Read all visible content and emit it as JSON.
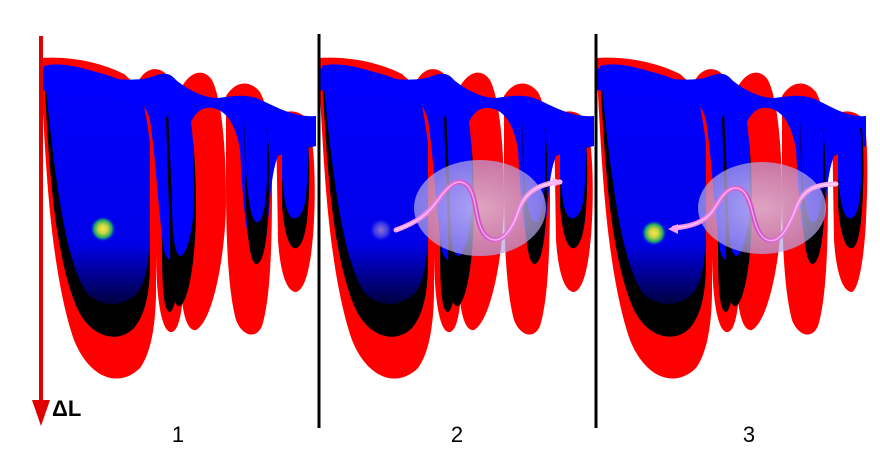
{
  "axis": {
    "label": "ΔL",
    "arrow_color": "#e00000"
  },
  "panels": [
    {
      "label": "1",
      "state": "electron-localized"
    },
    {
      "label": "2",
      "state": "photon-in-electron-faded"
    },
    {
      "label": "3",
      "state": "photon-emitted-electron-restored"
    }
  ],
  "colors": {
    "outer_band": "#ff0000",
    "middle_band": "#000000",
    "well_fill": "#0000ff",
    "divider": "#000000",
    "photon_blob": "#b7a9e6",
    "photon_wave": "#e06ad6"
  },
  "icons": [
    "electron-dot-icon",
    "photon-wave-icon",
    "down-arrow-icon"
  ]
}
